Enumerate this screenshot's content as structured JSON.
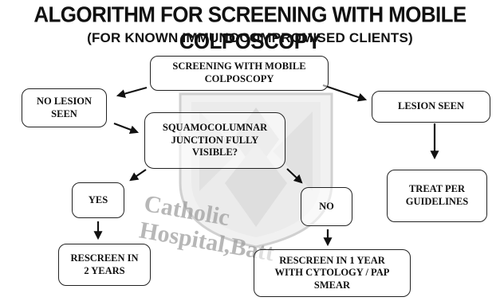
{
  "header": {
    "title": "ALGORITHM FOR SCREENING WITH MOBILE COLPOSCOPY",
    "subtitle": "(FOR KNOWN IMMUNOCOMPROMISED CLIENTS)"
  },
  "nodes": {
    "screening": "SCREENING WITH MOBILE\nCOLPOSCOPY",
    "no_lesion": "NO LESION\nSEEN",
    "lesion": "LESION SEEN",
    "scj": "SQUAMOCOLUMNAR\nJUNCTION FULLY\nVISIBLE?",
    "treat": "TREAT PER\nGUIDELINES",
    "yes": "YES",
    "no": "NO",
    "rescreen2": "RESCREEN IN\n2 YEARS",
    "rescreen1": "RESCREEN IN 1 YEAR\nWITH CYTOLOGY / PAP\nSMEAR"
  },
  "watermark": {
    "text": "Catholic Hospital,Batt",
    "icon": "shield-cross-icon"
  }
}
